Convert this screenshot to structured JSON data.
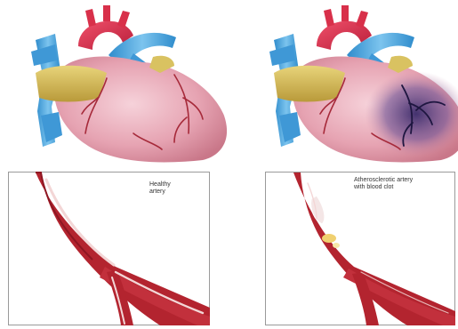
{
  "labels": {
    "healthy": {
      "line1": "Healthy",
      "line2": "artery"
    },
    "atherosclerotic": {
      "line1": "Atherosclerotic artery",
      "line2": "with blood clot"
    }
  },
  "colors": {
    "artery_red": "#b3242f",
    "artery_wall_light": "#e9b3b3",
    "heart_pink": "#e9a9b6",
    "aorta_red": "#d8304a",
    "vena_blue": "#4fa7dc",
    "fat_yellow": "#d8c05a",
    "ischemic_purple": "#4a3a7a",
    "clot_yellow": "#f0d070"
  }
}
